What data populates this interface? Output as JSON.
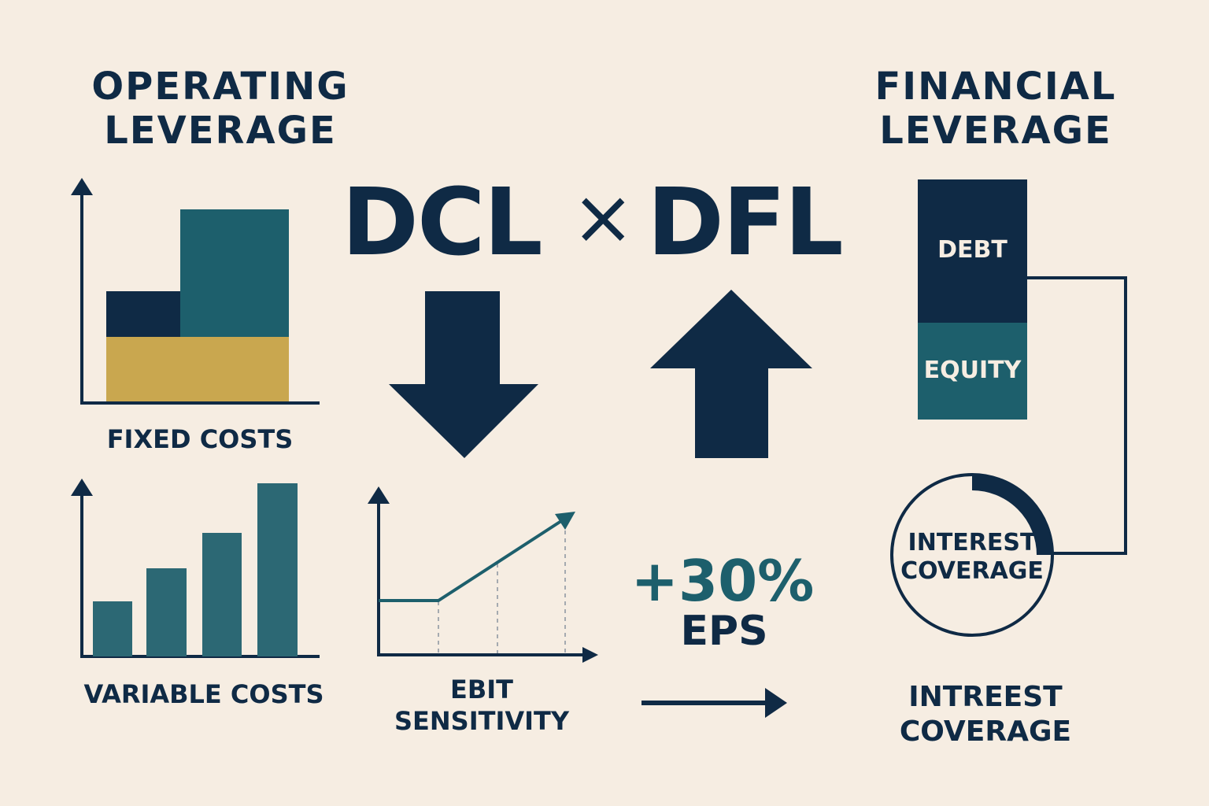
{
  "operating": {
    "title_line1": "OPERATING",
    "title_line2": "LEVERAGE"
  },
  "financial": {
    "title_line1": "FINANCIAL",
    "title_line2": "LEVERAGE"
  },
  "formula": {
    "left": "DCL",
    "operator": "×",
    "right": "DFL"
  },
  "fixed_costs": {
    "label": "FIXED COSTS"
  },
  "variable_costs": {
    "label": "VARIABLE COSTS"
  },
  "ebit": {
    "label_line1": "EBIT",
    "label_line2": "SENSITIVITY"
  },
  "eps": {
    "value": "+30%",
    "label": "EPS"
  },
  "capital_structure": {
    "debt_label": "DEBT",
    "equity_label": "EQUITY"
  },
  "coverage_gauge": {
    "label_line1": "INTEREST",
    "label_line2": "COVERAGE",
    "fill_fraction": 0.25
  },
  "coverage_caption": {
    "line1": "INTREEST",
    "line2": "COVERAGE"
  },
  "colors": {
    "navy": "#0f2a45",
    "teal": "#1d5f6c",
    "teal_light": "#2c6874",
    "gold": "#c9a74f",
    "background": "#f6ede2"
  }
}
